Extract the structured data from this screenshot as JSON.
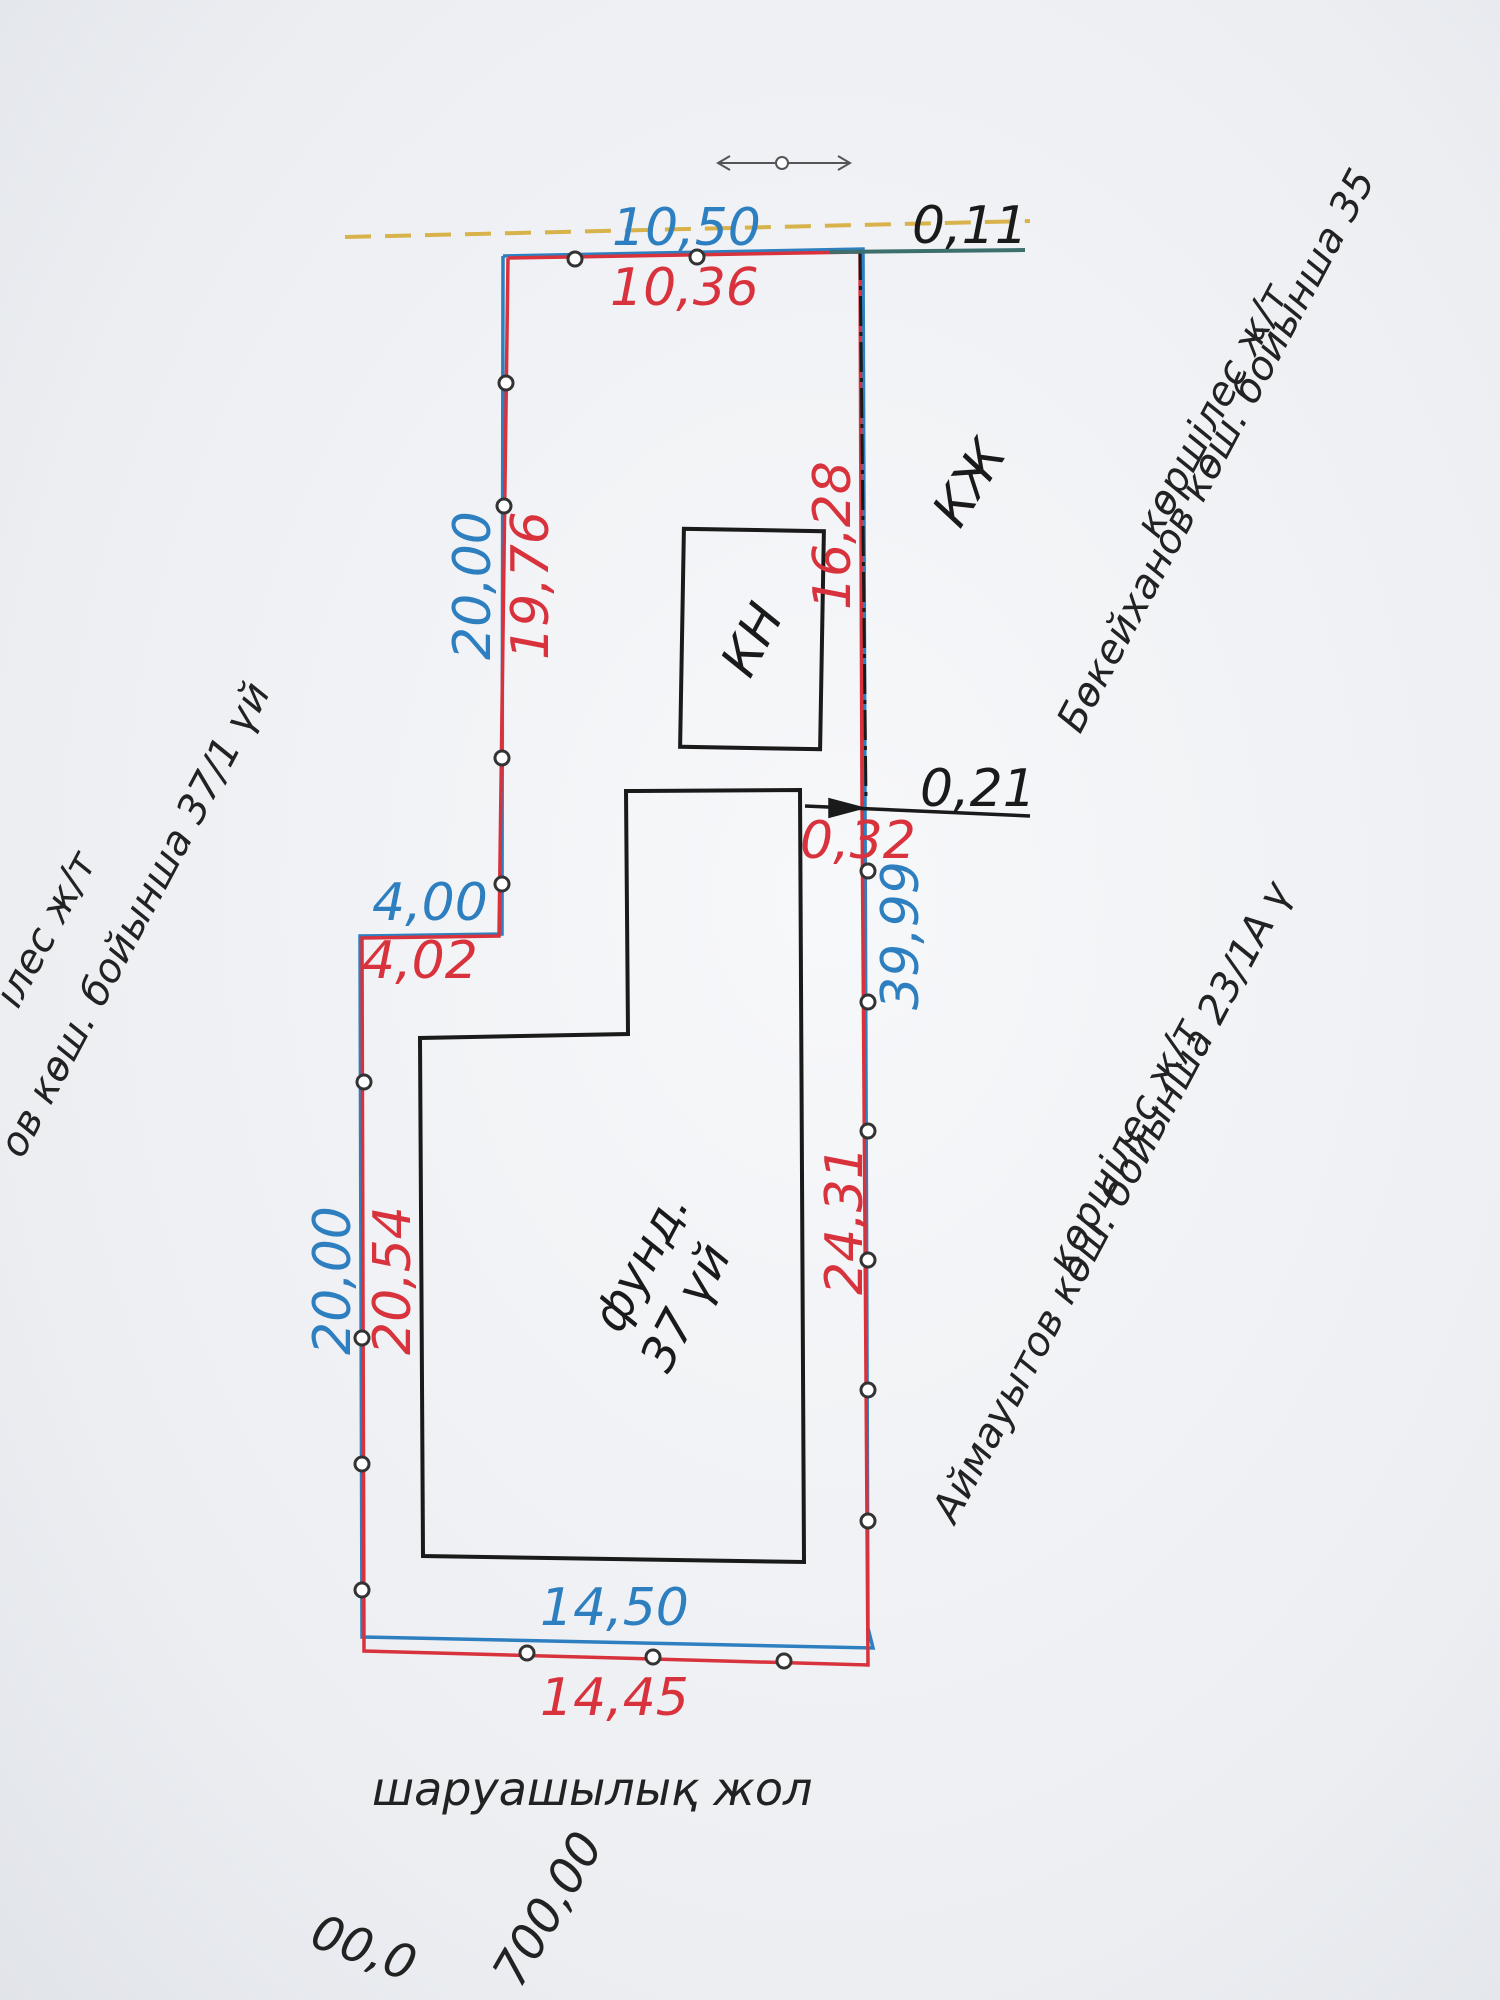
{
  "colors": {
    "red": "#d8323c",
    "blue": "#2e7fc0",
    "black": "#1a1a1a",
    "yellow": "#d8b24a",
    "teal": "#3e6f6f"
  },
  "dimensions": {
    "top_blue": "10,50",
    "top_red": "10,36",
    "top_right_black": "0,11",
    "left_upper_blue": "20,00",
    "left_upper_red": "19,76",
    "step_blue": "4,00",
    "step_red": "4,02",
    "left_lower_blue": "20,00",
    "left_lower_red": "20,54",
    "bottom_blue": "14,50",
    "bottom_red": "14,45",
    "right_upper_red": "16,28",
    "right_mid_black": "0,21",
    "right_mid_red": "0,32",
    "right_blue": "39,99",
    "right_lower_red": "24,31"
  },
  "buildings": {
    "small": "КН",
    "main_line1": "фунд.",
    "main_line2": "37 үй"
  },
  "neighbors": {
    "right_top_label": "КЖ",
    "right_top_line1": "көршілес ж/т",
    "right_top_line2": "Бөкейханов көш. бойынша 35",
    "right_bottom_line1": "көршілес ж/т",
    "right_bottom_line2": "Аймауытов көш. бойынша 23/1А ү",
    "left_line1": "ілес ж/т",
    "left_line2": "ов көш. бойынша 37/1 үй"
  },
  "road": "шаруашылық жол",
  "bottom_fragment_1": "00,0",
  "bottom_fragment_2": "700,00"
}
